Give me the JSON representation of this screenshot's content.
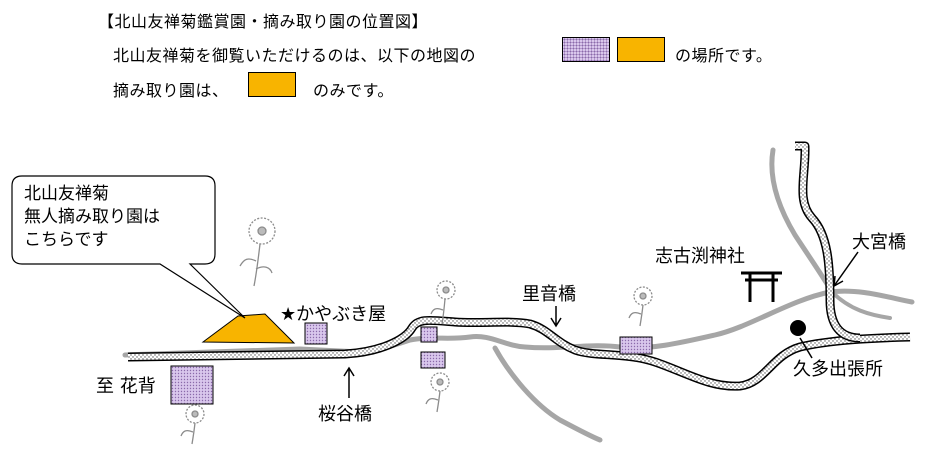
{
  "heading": "【北山友禅菊鑑賞園・摘み取り園の位置図】",
  "line1_before": "北山友禅菊を御覧いただけるのは、以下の地図の",
  "line1_after": "の場所です。",
  "line2_before": "摘み取り園は、",
  "line2_after": "のみです。",
  "callout": [
    "北山友禅菊",
    "無人摘み取り園は",
    "こちらです"
  ],
  "labels": {
    "kayabuki": "★かやぶき屋",
    "sakuradani": "桜谷橋",
    "satone": "里音橋",
    "shikobuchi": "志古渕神社",
    "omiya": "大宮橋",
    "kutade": "久多出張所",
    "hanase": "至 花背"
  },
  "colors": {
    "lilac": "#d9c7ec",
    "orange": "#f8b400",
    "road": "#a6a6a6"
  }
}
